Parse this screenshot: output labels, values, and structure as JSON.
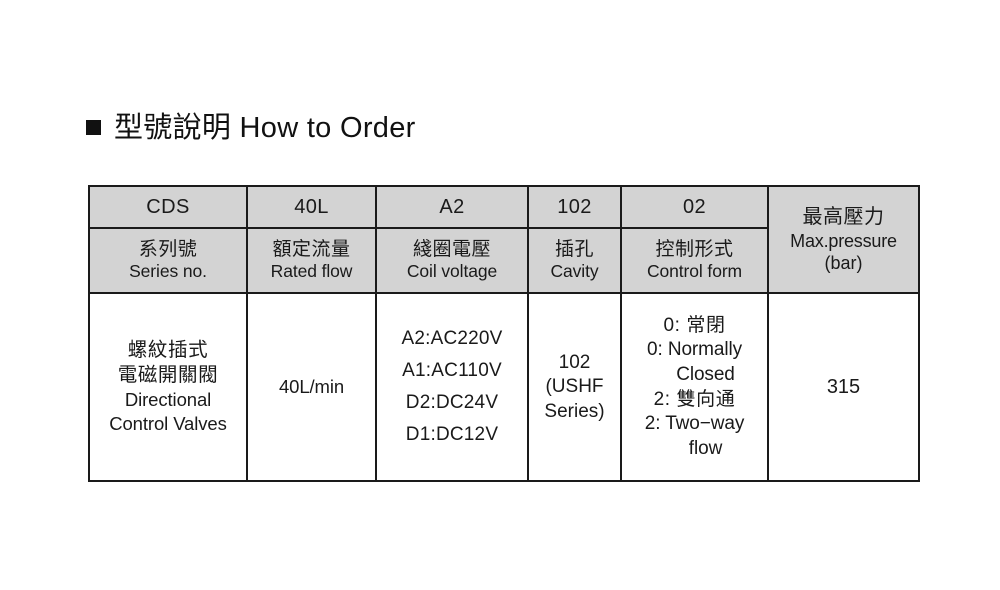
{
  "page": {
    "background": "#ffffff",
    "ink": "#1a1a1a",
    "header_fill": "#d3d3d3"
  },
  "heading": {
    "bullet": "square-bullet",
    "text": "型號說明 How to Order"
  },
  "table": {
    "code_row": [
      "CDS",
      "40L",
      "A2",
      "102",
      "02"
    ],
    "label_row": [
      {
        "cn": "系列號",
        "en": "Series no."
      },
      {
        "cn": "額定流量",
        "en": "Rated flow"
      },
      {
        "cn": "綫圈電壓",
        "en": "Coil voltage"
      },
      {
        "cn": "插孔",
        "en": "Cavity"
      },
      {
        "cn": "控制形式",
        "en": "Control form"
      }
    ],
    "max_pressure_header": {
      "cn": "最高壓力",
      "en": "Max.pressure",
      "unit": "(bar)"
    },
    "body": {
      "series": [
        "螺紋插式",
        "電磁開關閥",
        "Directional",
        "Control Valves"
      ],
      "rated_flow": [
        "40L/min"
      ],
      "coil_voltage": [
        "A2:AC220V",
        "A1:AC110V",
        "D2:DC24V",
        "D1:DC12V"
      ],
      "cavity": [
        "102",
        "(USHF",
        "Series)"
      ],
      "control_form": [
        {
          "text": "0: 常閉",
          "indent": false
        },
        {
          "text": "0: Normally",
          "indent": false
        },
        {
          "text": "Closed",
          "indent": true
        },
        {
          "text": "2: 雙向通",
          "indent": false
        },
        {
          "text": "2: Two−way",
          "indent": false
        },
        {
          "text": "flow",
          "indent": true
        }
      ],
      "max_pressure": "315"
    }
  }
}
